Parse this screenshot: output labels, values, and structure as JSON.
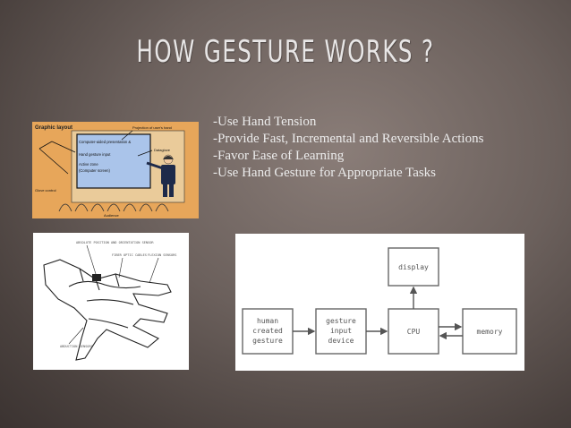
{
  "slide": {
    "title": "HOW GESTURE WORKS ?",
    "bullets": [
      "-Use Hand Tension",
      "-Provide Fast, Incremental and Reversible Actions",
      "-Favor Ease of Learning",
      "-Use Hand Gesture for Appropriate Tasks"
    ]
  },
  "figure_graphic": {
    "heading": "Graphic layout",
    "projection_label": "Projection of user's hand",
    "presentation_label": "Computer-aided presentation &",
    "input_label": "Hand gesture input",
    "zone_label": "Active zone",
    "screen_label": "(Computer screen)",
    "dataglove_label": "Dataglove",
    "glove_control_label": "Glove control",
    "audience_label": "Audience"
  },
  "figure_glove": {
    "label_position": "ABSOLUTE POSITION AND ORIENTATION SENSOR",
    "label_fiber": "FIBER OPTIC CABLES",
    "label_flexion": "FLEXION SENSORS",
    "label_abduction": "ABDUCTION SENSORS"
  },
  "figure_diagram": {
    "box_display": "display",
    "box_human": [
      "human",
      "created",
      "gesture"
    ],
    "box_device": [
      "gesture",
      "input",
      "device"
    ],
    "box_cpu": "CPU",
    "box_memory": "memory"
  },
  "colors": {
    "background": "#6b605c",
    "title_text": "#e8e6e6",
    "body_text": "#ececec",
    "graphic_panel": "#e7a65a",
    "screen_blue": "#aac4ea"
  }
}
